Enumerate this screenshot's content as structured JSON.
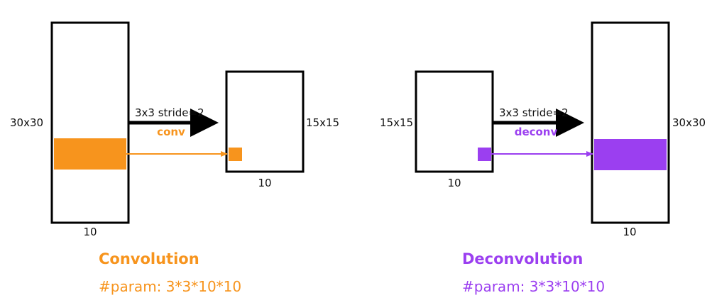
{
  "colors": {
    "conv": "#f7941d",
    "deconv": "#9b3ff0",
    "outline": "#000000"
  },
  "convolution": {
    "input_size": "30x30",
    "input_channels": "10",
    "output_size": "15x15",
    "output_channels": "10",
    "kernel_label": "3x3 stride=2",
    "op_label": "conv",
    "title": "Convolution",
    "param": "#param: 3*3*10*10"
  },
  "deconvolution": {
    "input_size": "15x15",
    "input_channels": "10",
    "output_size": "30x30",
    "output_channels": "10",
    "kernel_label": "3x3 stride=2",
    "op_label": "deconv",
    "title": "Deconvolution",
    "param": "#param: 3*3*10*10"
  }
}
